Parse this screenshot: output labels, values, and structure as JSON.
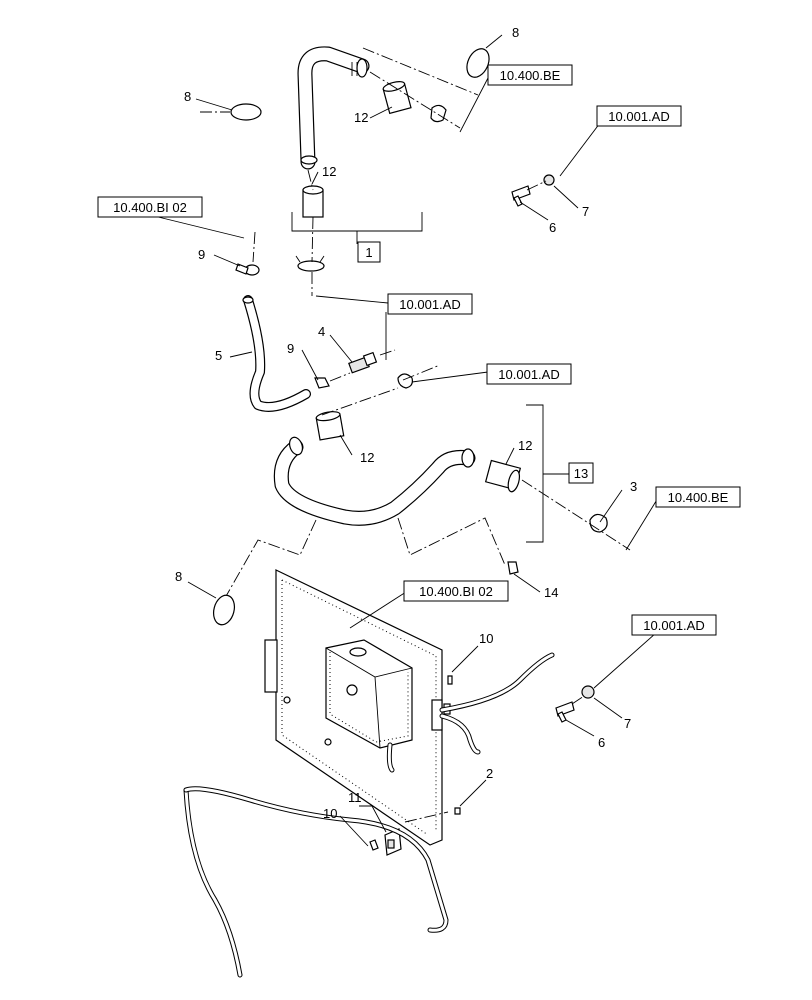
{
  "callouts": {
    "c1": "8",
    "c2": "8",
    "c3": "12",
    "c4": "12",
    "c5": "9",
    "c6": "5",
    "c7": "4",
    "c8": "9",
    "c9": "12",
    "c10": "12",
    "c11": "3",
    "c12": "8",
    "c13": "14",
    "c14": "10",
    "c15": "2",
    "c16": "10",
    "c17": "11",
    "c18": "6",
    "c19": "7",
    "c20": "6",
    "c21": "7"
  },
  "refs": {
    "r1": "10.400.BE",
    "r2": "10.001.AD",
    "r3": "10.400.BI 02",
    "r4": "1",
    "r5": "10.001.AD",
    "r6": "10.001.AD",
    "r7": "13",
    "r8": "10.400.BE",
    "r9": "10.400.BI 02",
    "r10": "10.001.AD"
  }
}
